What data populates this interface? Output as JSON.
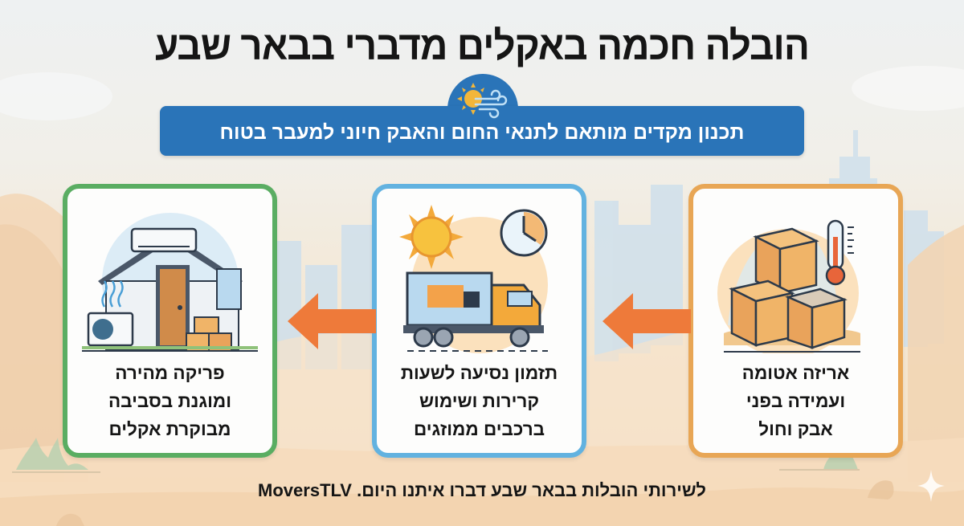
{
  "header": {
    "title": "הובלה חכמה באקלים מדברי בבאר שבע",
    "banner_text": "תכנון מקדים מותאם לתנאי החום והאבק חיוני למעבר בטוח",
    "banner_icon": "sun-wind-icon"
  },
  "colors": {
    "banner_blue": "#2a74b8",
    "card_orange": "#e8a655",
    "card_blue": "#62b2e0",
    "card_green": "#5aad62",
    "arrow_orange": "#ee7a3a",
    "text_dark": "#151515"
  },
  "steps": [
    {
      "order": 1,
      "label": "אריזה אטומה ועמידה בפני אבק וחול",
      "lines": [
        "אריזה אטומה",
        "ועמידה בפני",
        "אבק וחול"
      ],
      "icon": "sealed-boxes-thermometer-icon",
      "border_color": "#e8a655"
    },
    {
      "order": 2,
      "label": "תזמון נסיעה לשעות קרירות ושימוש ברכבים ממוזגים",
      "lines": [
        "תזמון נסיעה לשעות",
        "קרירות ושימוש",
        "ברכבים ממוזגים"
      ],
      "icon": "truck-sun-clock-icon",
      "border_color": "#62b2e0"
    },
    {
      "order": 3,
      "label": "פריקה מהירה ומוגנת בסביבה מבוקרת אקלים",
      "lines": [
        "פריקה מהירה",
        "ומוגנת בסביבה",
        "מבוקרת אקלים"
      ],
      "icon": "air-conditioned-house-icon",
      "border_color": "#5aad62"
    }
  ],
  "arrows": [
    "arrow-left-icon",
    "arrow-left-icon"
  ],
  "footer": {
    "text": "לשירותי הובלות בבאר שבע דברו איתנו היום. MoversTLV"
  }
}
